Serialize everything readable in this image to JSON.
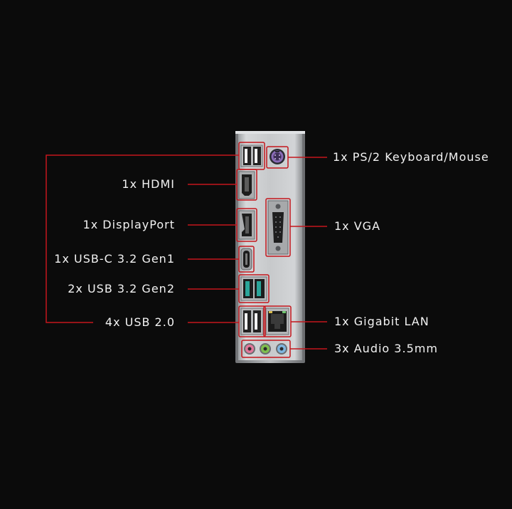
{
  "colors": {
    "background": "#0b0b0b",
    "callout_line": "#c4161c",
    "label_text": "#f2f2f2",
    "panel_metal": "#c9cbcd",
    "usb_gen2_accent": "#2aa59a",
    "audio_pink": "#e2779a",
    "audio_green": "#7fbf4e",
    "audio_blue": "#7fb6e0",
    "ps2_purple": "#8a6bb8"
  },
  "labels": {
    "hdmi": "1x HDMI",
    "displayport": "1x DisplayPort",
    "usbc": "1x USB-C 3.2 Gen1",
    "usb_gen2": "2x USB 3.2 Gen2",
    "usb2": "4x USB 2.0",
    "ps2": "1x PS/2 Keyboard/Mouse",
    "vga": "1x VGA",
    "lan": "1x Gigabit LAN",
    "audio": "3x Audio 3.5mm"
  }
}
